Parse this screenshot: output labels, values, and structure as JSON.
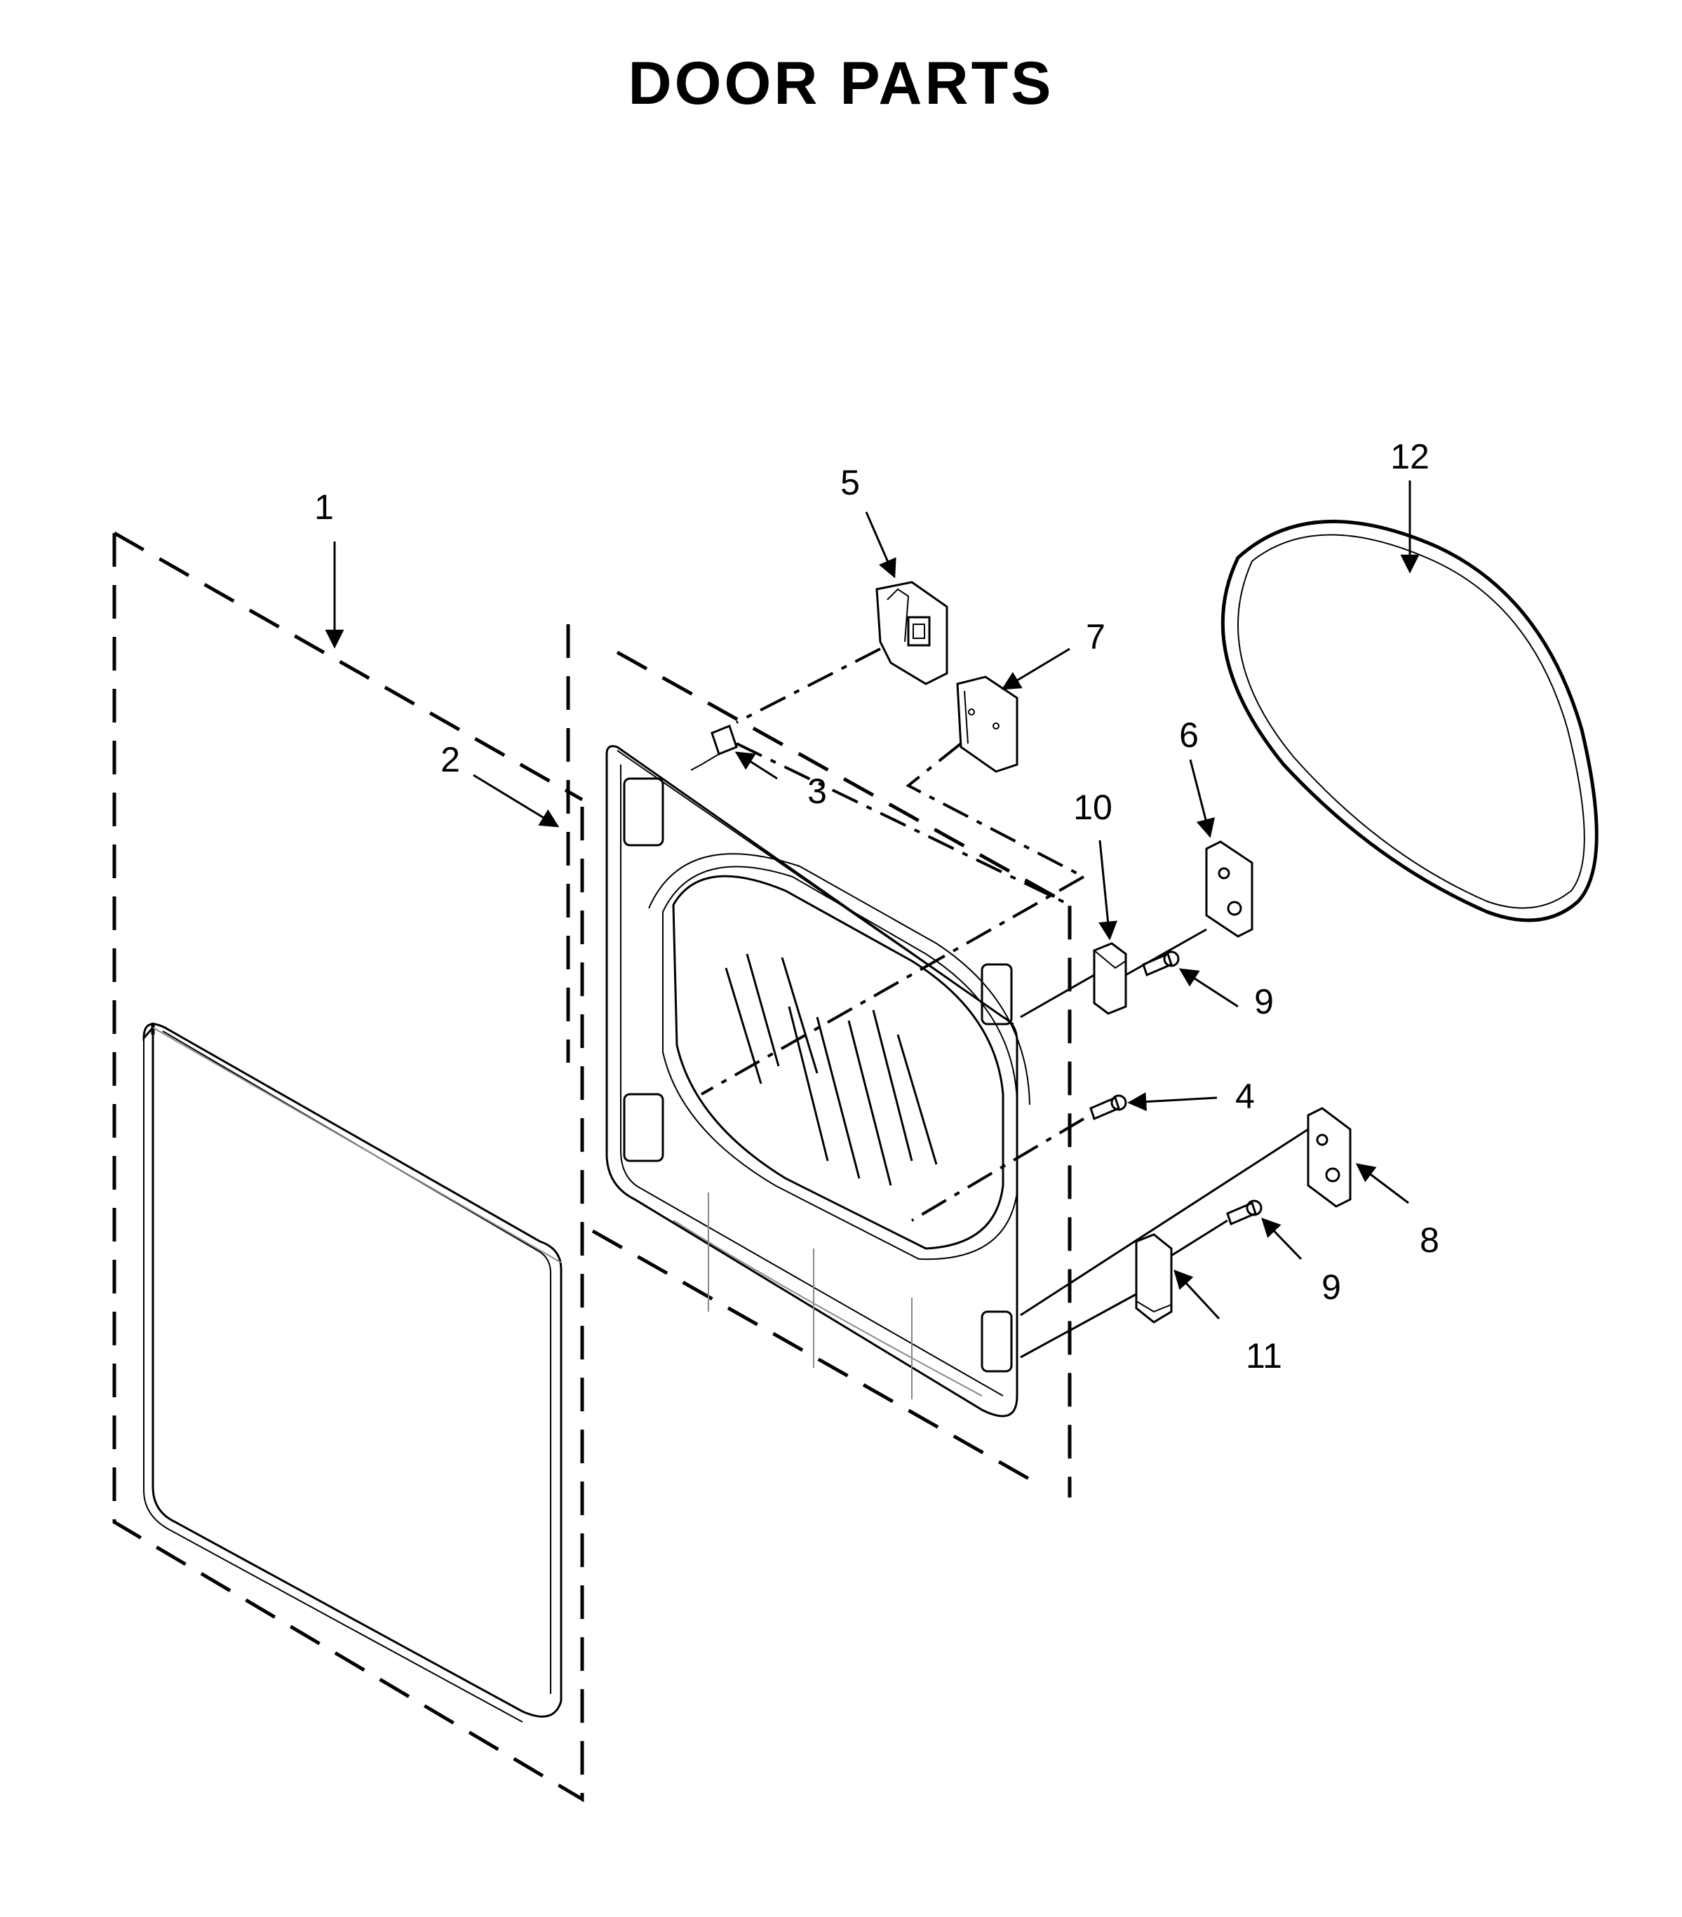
{
  "title": "DOOR PARTS",
  "callouts": {
    "c1": "1",
    "c2": "2",
    "c3": "3",
    "c4": "4",
    "c5": "5",
    "c6": "6",
    "c7": "7",
    "c8": "8",
    "c9a": "9",
    "c9b": "9",
    "c10": "10",
    "c11": "11",
    "c12": "12"
  }
}
